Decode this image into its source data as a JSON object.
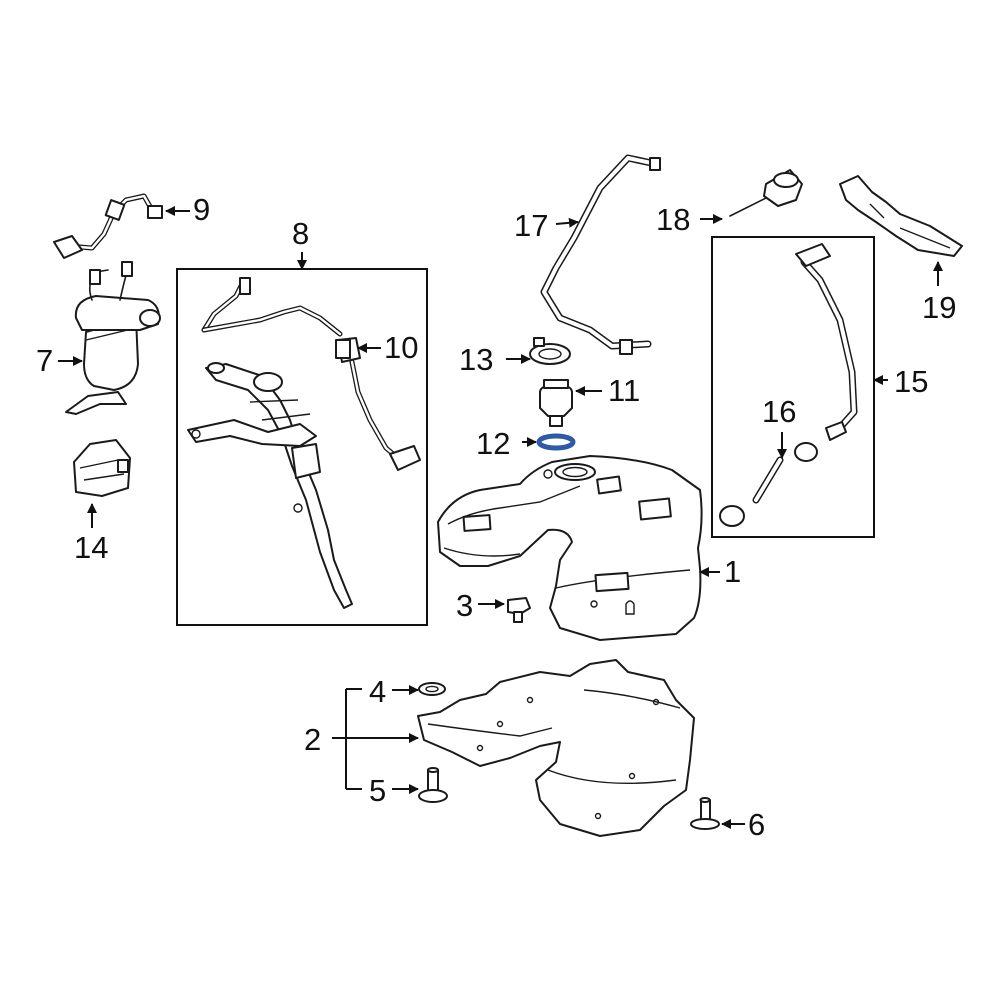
{
  "diagram": {
    "highlight_color": "#2f5aa8",
    "line_color": "#1a1a1a",
    "highlighted_part": "12",
    "callouts": {
      "c1": "1",
      "c2": "2",
      "c3": "3",
      "c4": "4",
      "c5": "5",
      "c6": "6",
      "c7": "7",
      "c8": "8",
      "c9": "9",
      "c10": "10",
      "c11": "11",
      "c12": "12",
      "c13": "13",
      "c14": "14",
      "c15": "15",
      "c16": "16",
      "c17": "17",
      "c18": "18",
      "c19": "19"
    }
  }
}
